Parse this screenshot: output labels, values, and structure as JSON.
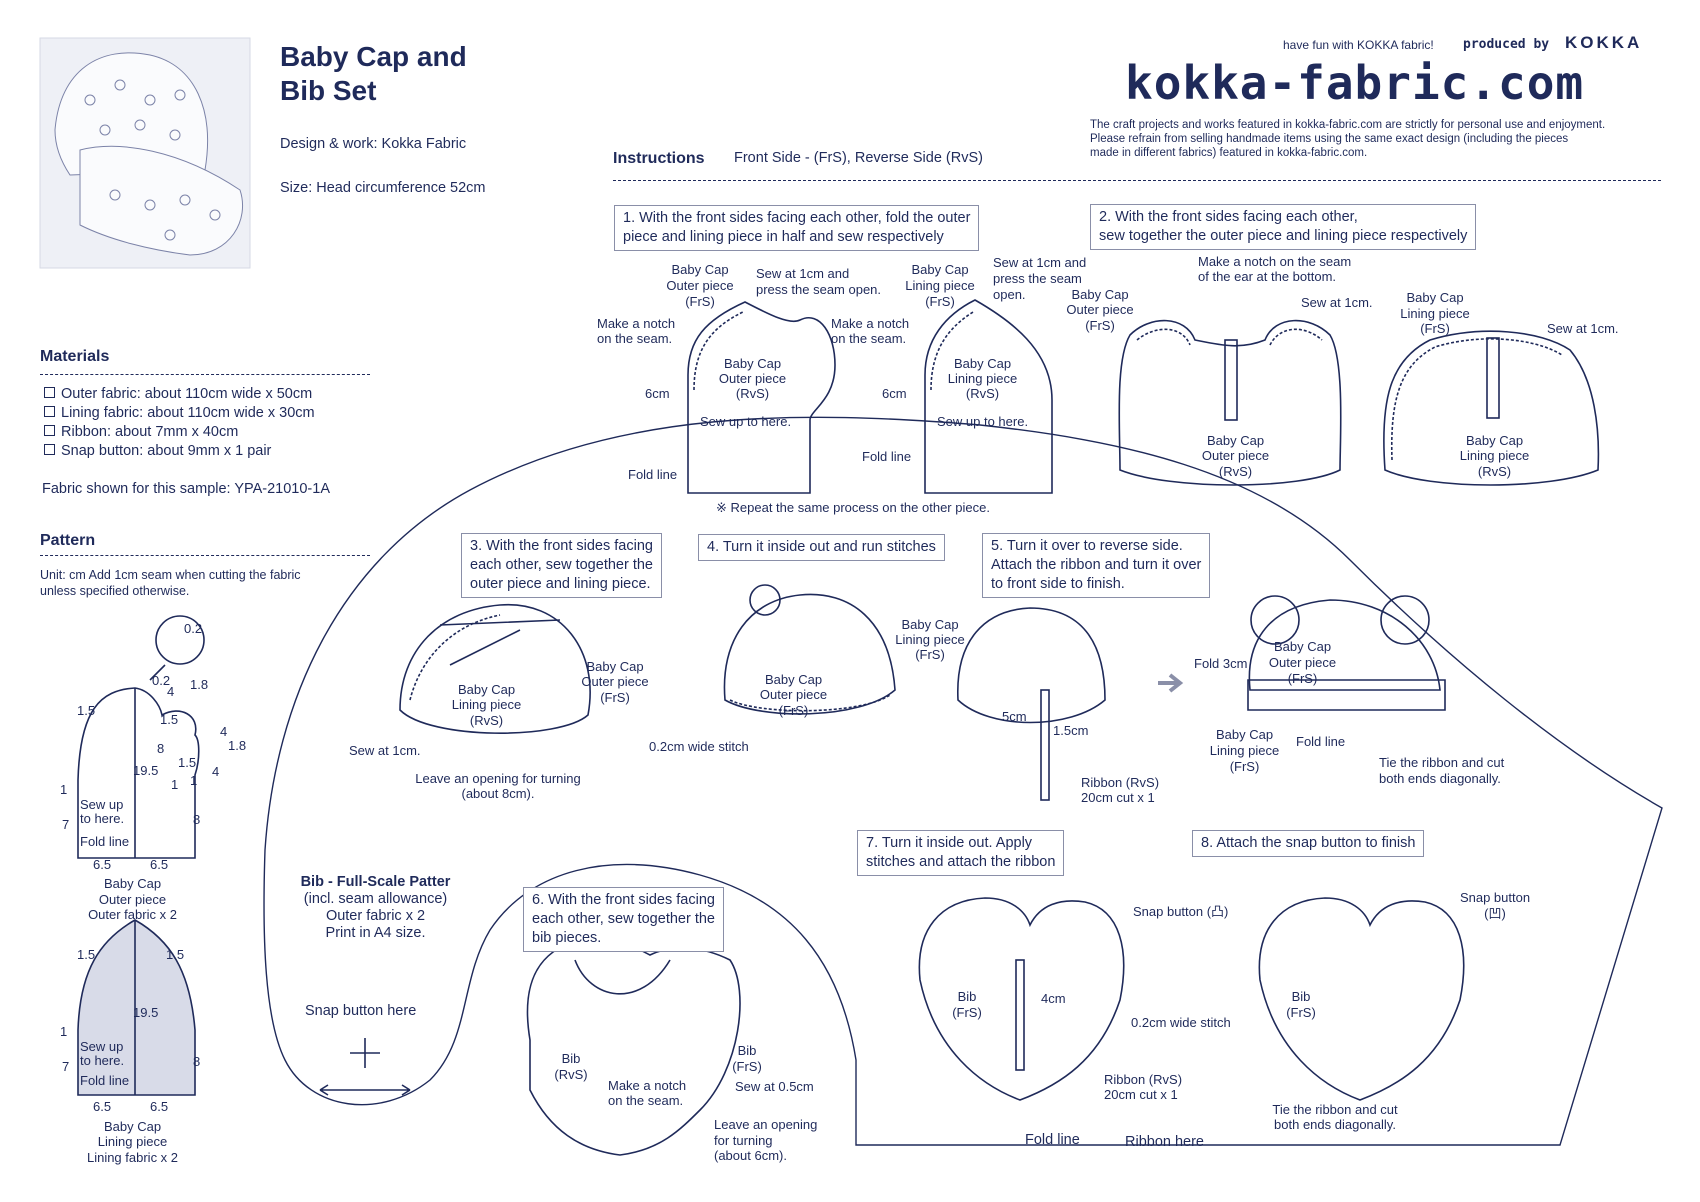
{
  "header": {
    "title_line1": "Baby Cap and",
    "title_line2": "Bib Set",
    "design": "Design & work: Kokka Fabric",
    "size": "Size: Head circumference 52cm",
    "tagline": "have fun with KOKKA fabric!",
    "produced_by": "produced by",
    "brand": "KOKKA",
    "site": "kokka-fabric.com",
    "notice_1": "The craft projects and works featured in kokka-fabric.com are strictly for personal use and enjoyment.",
    "notice_2": "Please refrain from selling handmade items using the same exact design (including the pieces",
    "notice_3": "made in different fabrics) featured in kokka-fabric.com."
  },
  "instructions": {
    "title": "Instructions",
    "legend": "Front Side - (FrS), Reverse Side (RvS)"
  },
  "materials": {
    "title": "Materials",
    "items": [
      "Outer fabric: about 110cm wide x 50cm",
      "Lining fabric: about 110cm wide x 30cm",
      "Ribbon: about 7mm x 40cm",
      "Snap button: about 9mm x 1 pair"
    ],
    "fabric": "Fabric shown for this sample: YPA-21010-1A"
  },
  "pattern": {
    "title": "Pattern",
    "unit_1": "Unit: cm   Add 1cm seam when cutting the fabric",
    "unit_2": "unless specified otherwise.",
    "outer_caption_1": "Baby Cap",
    "outer_caption_2": "Outer piece",
    "outer_caption_3": "Outer fabric x 2",
    "lining_caption_1": "Baby Cap",
    "lining_caption_2": "Lining piece",
    "lining_caption_3": "Lining fabric x 2",
    "d_02": "0.2",
    "d_15": "1.5",
    "d_4": "4",
    "d_18": "1.8",
    "d_8": "8",
    "d_195": "19.5",
    "d_1": "1",
    "d_7": "7",
    "d_65": "6.5",
    "sew_up_1": "Sew up",
    "sew_up_2": "to here.",
    "fold_line": "Fold line"
  },
  "bib_pattern": {
    "title": "Bib - Full-Scale Patter",
    "line2": "(incl. seam allowance)",
    "line3": "Outer fabric x 2",
    "line4": "Print in A4 size.",
    "snap": "Snap button here",
    "fold_line": "Fold line",
    "ribbon_here": "Ribbon here"
  },
  "steps": {
    "s1": [
      "1. With the front sides facing each other, fold the outer",
      "piece and lining piece in half and sew respectively"
    ],
    "s2": [
      "2. With the front sides facing each other,",
      "sew together the outer piece and lining piece respectively"
    ],
    "s3": [
      "3. With the front sides facing",
      "each other, sew together the",
      "outer piece and lining piece."
    ],
    "s4": [
      "4. Turn it inside out and run stitches"
    ],
    "s5": [
      "5. Turn it over to reverse side.",
      "Attach the ribbon and turn it over",
      "to front side to finish."
    ],
    "s6": [
      "6. With the front sides facing",
      "each other, sew together the",
      "bib pieces."
    ],
    "s7": [
      "7. Turn it inside out. Apply",
      "stitches and attach the ribbon"
    ],
    "s8": [
      "8. Attach the snap button to finish"
    ]
  },
  "labels": {
    "cap_outer_frs": [
      "Baby Cap",
      "Outer piece",
      "(FrS)"
    ],
    "cap_lining_frs": [
      "Baby Cap",
      "Lining piece",
      "(FrS)"
    ],
    "cap_outer_rvs": [
      "Baby Cap",
      "Outer piece",
      "(RvS)"
    ],
    "cap_lining_rvs": [
      "Baby Cap",
      "Lining piece",
      "(RvS)"
    ],
    "sew_press": [
      "Sew at 1cm and",
      "press the seam open."
    ],
    "sew_press_b": [
      "Sew at 1cm and",
      "press the seam",
      "open."
    ],
    "notch": [
      "Make a notch",
      "on the seam."
    ],
    "six_cm": "6cm",
    "sew_up_here": "Sew up to here.",
    "fold_line": "Fold line",
    "repeat": "※ Repeat the same process on the other piece.",
    "notch_ear": [
      "Make a notch on the seam",
      "of the ear at the bottom."
    ],
    "sew_1cm": "Sew at 1cm.",
    "leave_opening": [
      "Leave an opening for turning",
      "(about 8cm)."
    ],
    "stitch_02": "0.2cm wide stitch",
    "five_cm": "5cm",
    "one5_cm": "1.5cm",
    "ribbon_20": [
      "Ribbon (RvS)",
      "20cm cut x 1"
    ],
    "fold_3cm": "Fold 3cm",
    "tie_ribbon": [
      "Tie the ribbon and cut",
      "both ends diagonally."
    ],
    "bib_rvs": [
      "Bib",
      "(RvS)"
    ],
    "bib_frs": [
      "Bib",
      "(FrS)"
    ],
    "sew_05": "Sew at 0.5cm",
    "leave_6": [
      "Leave an opening",
      "for turning",
      "(about 6cm)."
    ],
    "four_cm": "4cm",
    "snap_convex": "Snap button (凸)",
    "snap_concave": [
      "Snap button",
      "(凹)"
    ]
  },
  "colors": {
    "ink": "#1f2a5a",
    "box_border": "#8a8fa8",
    "lining_fill": "#d8dbe8"
  }
}
